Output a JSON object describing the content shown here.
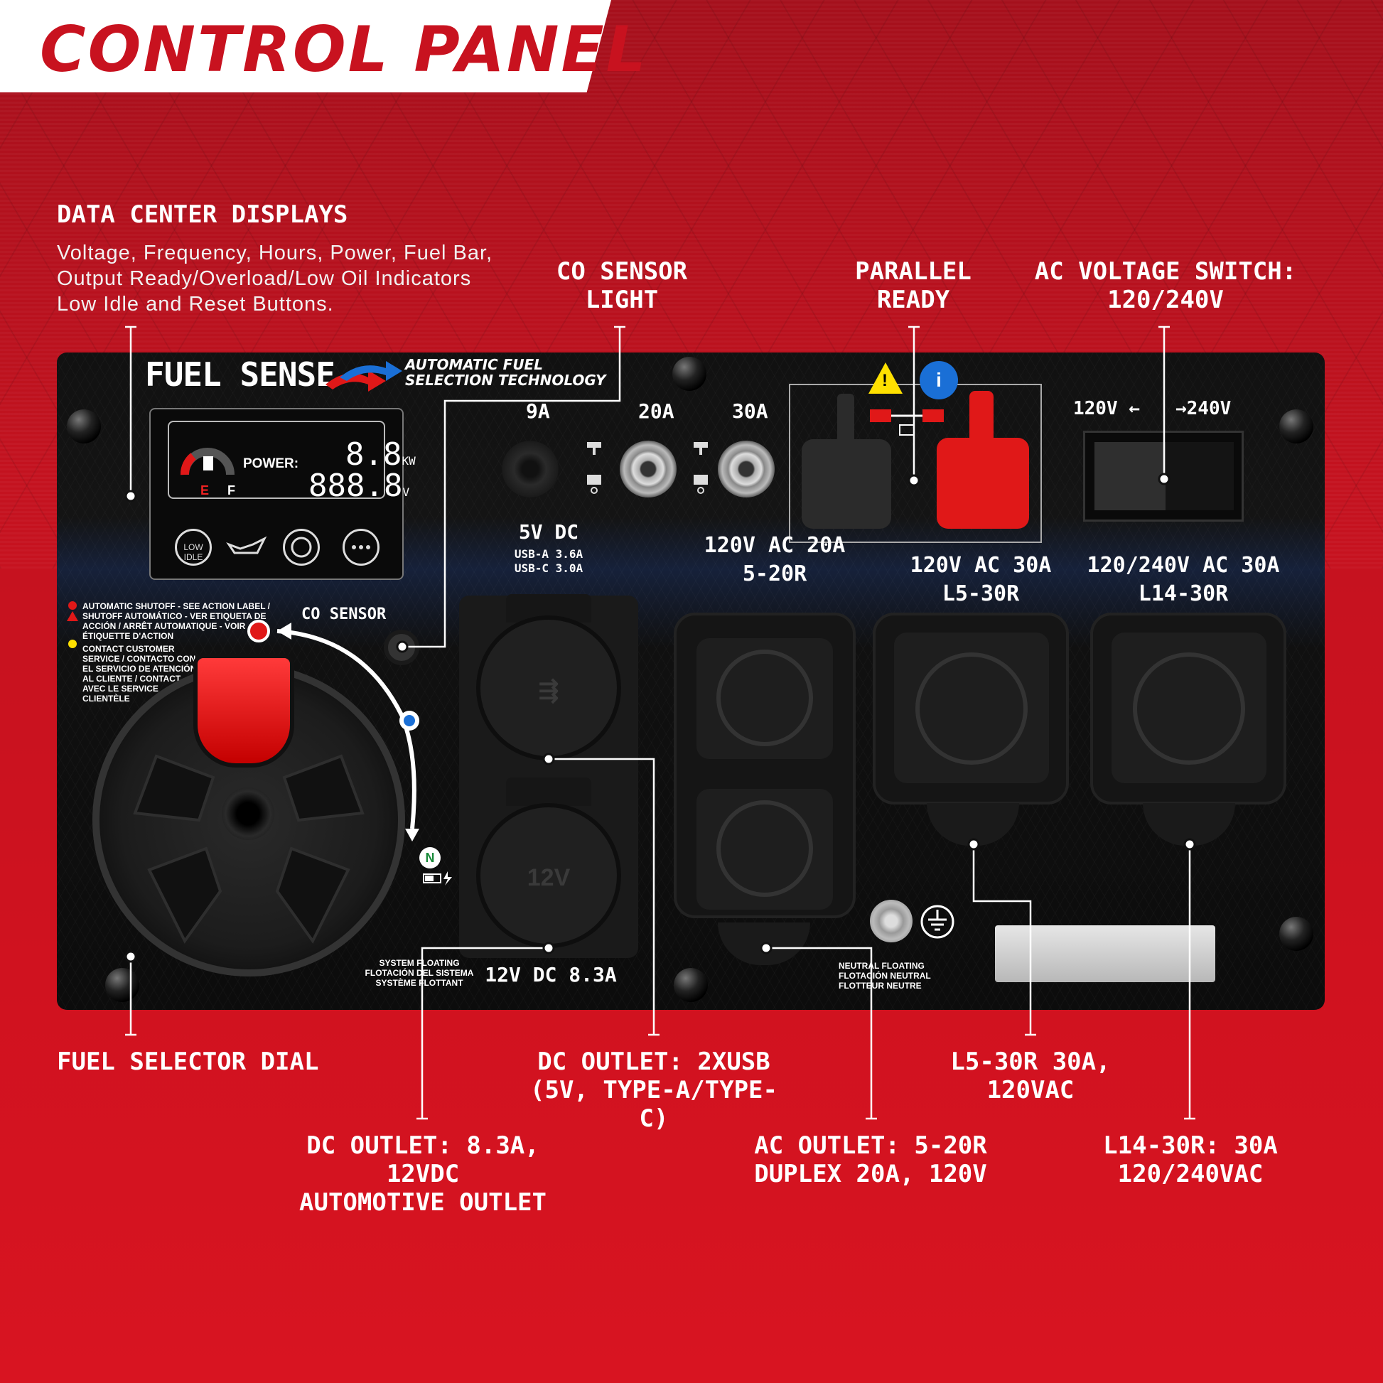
{
  "title": "CONTROL PANEL",
  "callouts": {
    "data_center": {
      "title": "DATA CENTER DISPLAYS",
      "desc": [
        "Voltage, Frequency, Hours, Power, Fuel Bar,",
        "Output Ready/Overload/Low Oil Indicators",
        "Low Idle and Reset Buttons."
      ]
    },
    "co_sensor_light": [
      "CO SENSOR",
      "LIGHT"
    ],
    "parallel_ready": [
      "PARALLEL",
      "READY"
    ],
    "ac_voltage_switch": [
      "AC VOLTAGE SWITCH:",
      "120/240V"
    ],
    "fuel_selector": "FUEL SELECTOR DIAL",
    "dc_usb": [
      "DC OUTLET: 2XUSB",
      "(5V, TYPE-A/TYPE-C)"
    ],
    "l5_30r": "L5-30R 30A, 120VAC",
    "dc_12v": [
      "DC OUTLET: 8.3A, 12VDC",
      "AUTOMOTIVE OUTLET"
    ],
    "ac_5_20r": [
      "AC OUTLET: 5-20R",
      "DUPLEX 20A, 120V"
    ],
    "l14_30r": [
      "L14-30R: 30A",
      "120/240VAC"
    ]
  },
  "panel": {
    "brand": "FUEL SENSE",
    "brand_sub": [
      "AUTOMATIC FUEL",
      "SELECTION TECHNOLOGY"
    ],
    "display": {
      "power_label": "POWER:",
      "power_value": "8.8",
      "power_unit": "KW",
      "voltage_value": "888.8",
      "voltage_unit": "V",
      "fuel_e": "E",
      "fuel_f": "F",
      "buttons": [
        "LOW IDLE",
        "oil-can-icon",
        "reset-icon",
        "more-icon"
      ]
    },
    "co_sensor": "CO SENSOR",
    "warning_text": [
      "AUTOMATIC SHUTOFF - SEE ACTION LABEL /",
      "SHUTOFF AUTOMÁTICO - VER ETIQUETA DE",
      "ACCIÓN / ARRÊT AUTOMATIQUE - VOIR",
      "ÉTIQUETTE D'ACTION"
    ],
    "contact_text": [
      "CONTACT CUSTOMER",
      "SERVICE / CONTACTO CON",
      "EL SERVICIO DE ATENCIÓN",
      "AL CLIENTE / CONTACT",
      "AVEC LE SERVICE",
      "CLIENTÈLE"
    ],
    "breakers": [
      "9A",
      "20A",
      "30A"
    ],
    "usb_title": "5V DC",
    "usb_a": "USB-A 3.6A",
    "usb_c": "USB-C 3.0A",
    "cap_12v": "12V",
    "dc12_label": "12V DC 8.3A",
    "system_floating": [
      "SYSTEM FLOATING",
      "FLOTACIÓN DEL SISTEMA",
      "SYSTÈME FLOTTANT"
    ],
    "outlet_5_20r": [
      "120V AC 20A",
      "5-20R"
    ],
    "outlet_l5": [
      "120V  AC 30A",
      "L5-30R"
    ],
    "outlet_l14": [
      "120/240V AC 30A",
      "L14-30R"
    ],
    "switch_120": "120V",
    "switch_240": "240V",
    "neutral_floating": [
      "NEUTRAL FLOATING",
      "FLOTACIÓN NEUTRAL",
      "FLOTTEUR NEUTRE"
    ]
  },
  "colors": {
    "brand_red": "#c8121f",
    "accent_red": "#e01818",
    "info_blue": "#1a6fd6",
    "warn_yellow": "#ffe000"
  }
}
